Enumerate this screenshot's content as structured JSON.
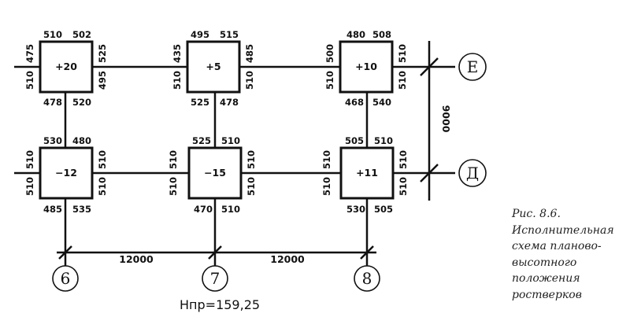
{
  "colors": {
    "ink": "#111111",
    "paper": "#ffffff",
    "caption": "#222222"
  },
  "grillages": [
    {
      "id": "r1c1",
      "elevation": "+20",
      "top_left": "510",
      "top_right": "502",
      "left_top": "475",
      "left_bottom": "510",
      "right_top": "525",
      "right_bottom": "495",
      "bottom_left": "478",
      "bottom_right": "520"
    },
    {
      "id": "r1c2",
      "elevation": "+5",
      "top_left": "495",
      "top_right": "515",
      "left_top": "435",
      "left_bottom": "510",
      "right_top": "485",
      "right_bottom": "510",
      "bottom_left": "525",
      "bottom_right": "478"
    },
    {
      "id": "r1c3",
      "elevation": "+10",
      "top_left": "480",
      "top_right": "508",
      "left_top": "500",
      "left_bottom": "510",
      "right_top": "510",
      "right_bottom": "510",
      "bottom_left": "468",
      "bottom_right": "540"
    },
    {
      "id": "r2c1",
      "elevation": "−12",
      "top_left": "530",
      "top_right": "480",
      "left_top": "510",
      "left_bottom": "510",
      "right_top": "510",
      "right_bottom": "510",
      "bottom_left": "485",
      "bottom_right": "535"
    },
    {
      "id": "r2c2",
      "elevation": "−15",
      "top_left": "525",
      "top_right": "510",
      "left_top": "510",
      "left_bottom": "510",
      "right_top": "510",
      "right_bottom": "510",
      "bottom_left": "470",
      "bottom_right": "510"
    },
    {
      "id": "r2c3",
      "elevation": "+11",
      "top_left": "505",
      "top_right": "510",
      "left_top": "510",
      "left_bottom": "510",
      "right_top": "510",
      "right_bottom": "510",
      "bottom_left": "530",
      "bottom_right": "505"
    }
  ],
  "axes": {
    "rows": [
      "Е",
      "Д"
    ],
    "columns": [
      "6",
      "7",
      "8"
    ]
  },
  "dimensions": {
    "vertical": "9000",
    "horizontal": [
      "12000",
      "12000"
    ]
  },
  "design_level": {
    "label": "Hпр",
    "value": "=159,25"
  },
  "caption": {
    "lines": [
      "Рис. 8.6.",
      "Исполнительная",
      "схема планово-",
      "высотного",
      "положения",
      "ростверков"
    ]
  }
}
